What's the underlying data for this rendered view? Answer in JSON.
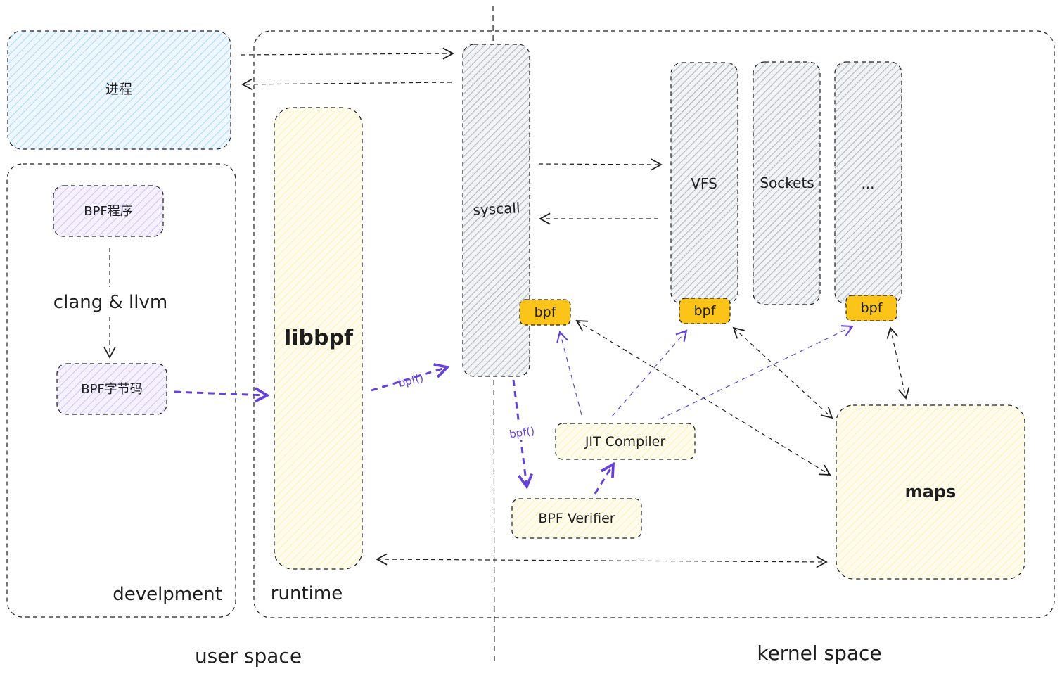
{
  "labels": {
    "process": "进程",
    "bpf_program": "BPF程序",
    "compiler": "clang & llvm",
    "bpf_bytecode": "BPF字节码",
    "development": "develpment",
    "libbpf": "libbpf",
    "runtime": "runtime",
    "syscall": "syscall",
    "vfs": "VFS",
    "sockets": "Sockets",
    "ellipsis": "...",
    "hook_syscall": "bpf",
    "hook_vfs": "bpf",
    "hook_ellipsis": "bpf",
    "jit_compiler": "JIT Compiler",
    "bpf_verifier": "BPF Verifier",
    "maps": "maps",
    "bpf_call_libbpf": "bpf()",
    "bpf_call_syscall": "bpf()",
    "user_space": "user space",
    "kernel_space": "kernel space"
  },
  "colors": {
    "process_fill": "#a5d8ff",
    "bpf_program_fill": "#d0bfff",
    "libbpf_fill": "#fff3bf",
    "maps_fill": "#fff3bf",
    "kernel_box_fill": "#adb5bd",
    "hook_fill": "#fcc419",
    "accent_purple": "#6741d9",
    "stroke": "#1e1e1e"
  }
}
